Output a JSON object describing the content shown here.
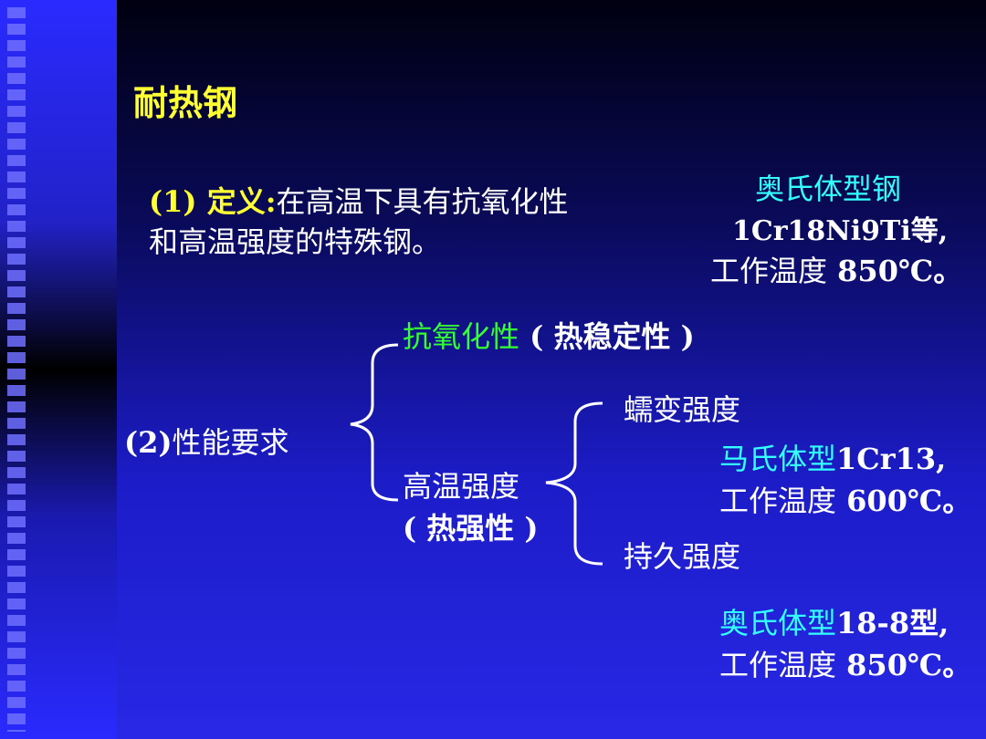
{
  "title": "耐热钢",
  "definition": {
    "number": "(1) ",
    "label": "定义:",
    "line1_rest": "在高温下具有抗氧化性",
    "line2": "和高温强度的特殊钢。"
  },
  "austenitic_top": {
    "name": "奥氏体型钢",
    "grade": "1Cr18Ni9Ti等,",
    "temp_label": "工作温度",
    "temp_value": " 850℃。"
  },
  "requirements": {
    "label_num": "(2)",
    "label_text": "性能要求",
    "branch1": {
      "main": "抗氧化性",
      "paren": " ( 热稳定性 )"
    },
    "branch2": {
      "line1": "高温强度",
      "line2": "( 热强性 )"
    },
    "sub1": "蠕变强度",
    "sub2": "持久强度"
  },
  "martensitic": {
    "name": "马氏体型",
    "grade": "1Cr13,",
    "temp_label": "工作温度",
    "temp_value": " 600℃。"
  },
  "austenitic_bottom": {
    "name": "奥氏体型",
    "grade": "18-8型,",
    "temp_label": "工作温度",
    "temp_value": " 850℃。"
  }
}
